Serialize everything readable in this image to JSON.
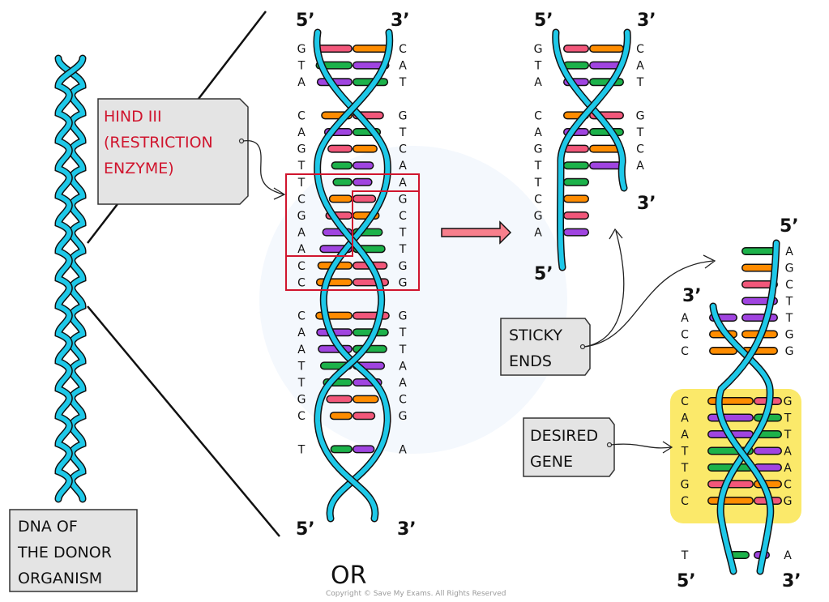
{
  "colors": {
    "backbone": "#1ec8e8",
    "outline": "#111111",
    "A": "#a044e0",
    "T": "#1cb24a",
    "G": "#f2577a",
    "C": "#ff8c00",
    "tag_fill": "#e4e4e4",
    "highlight_box": "#d0152e",
    "gene_highlight": "#fbe96a",
    "arrow_fill": "#f77f8c"
  },
  "labels": {
    "donor": [
      "DNA  OF",
      "THE DONOR",
      "ORGANISM"
    ],
    "enzyme": [
      "HIND III",
      "(RESTRICTION",
      "ENZYME)"
    ],
    "sticky_ends": [
      "STICKY",
      "ENDS"
    ],
    "desired_gene": [
      "DESIRED",
      "GENE"
    ],
    "or": "OR",
    "copyright": "Copyright © Save My Exams. All Rights Reserved"
  },
  "strand_ends": {
    "five_prime": "5’",
    "three_prime": "3’"
  },
  "middle_helix": {
    "left_bases": [
      "G",
      "T",
      "A",
      "",
      "C",
      "A",
      "G",
      "T",
      "T",
      "C",
      "G",
      "A",
      "A",
      "C",
      "C",
      "",
      "C",
      "A",
      "A",
      "T",
      "T",
      "G",
      "C",
      "",
      "T"
    ],
    "right_bases": [
      "C",
      "A",
      "T",
      "",
      "G",
      "T",
      "C",
      "A",
      "A",
      "G",
      "C",
      "T",
      "T",
      "G",
      "G",
      "",
      "G",
      "T",
      "T",
      "A",
      "A",
      "C",
      "G",
      "",
      "A"
    ]
  },
  "cut_fragment": {
    "left_bases": [
      "G",
      "T",
      "A",
      "",
      "C",
      "A",
      "G",
      "T",
      "T",
      "C",
      "G",
      "A"
    ],
    "right_bases": [
      "C",
      "A",
      "T",
      "",
      "G",
      "T",
      "C",
      "A"
    ]
  },
  "second_fragment": {
    "top_right_bases": [
      "A",
      "G",
      "C",
      "T",
      "T",
      "G",
      "G"
    ],
    "top_left_bases": [
      "A",
      "C",
      "C"
    ],
    "gene_left_bases": [
      "C",
      "A",
      "A",
      "T",
      "T",
      "G",
      "C"
    ],
    "gene_right_bases": [
      "G",
      "T",
      "T",
      "A",
      "A",
      "C",
      "G"
    ],
    "tail_left": "T",
    "tail_right": "A"
  }
}
